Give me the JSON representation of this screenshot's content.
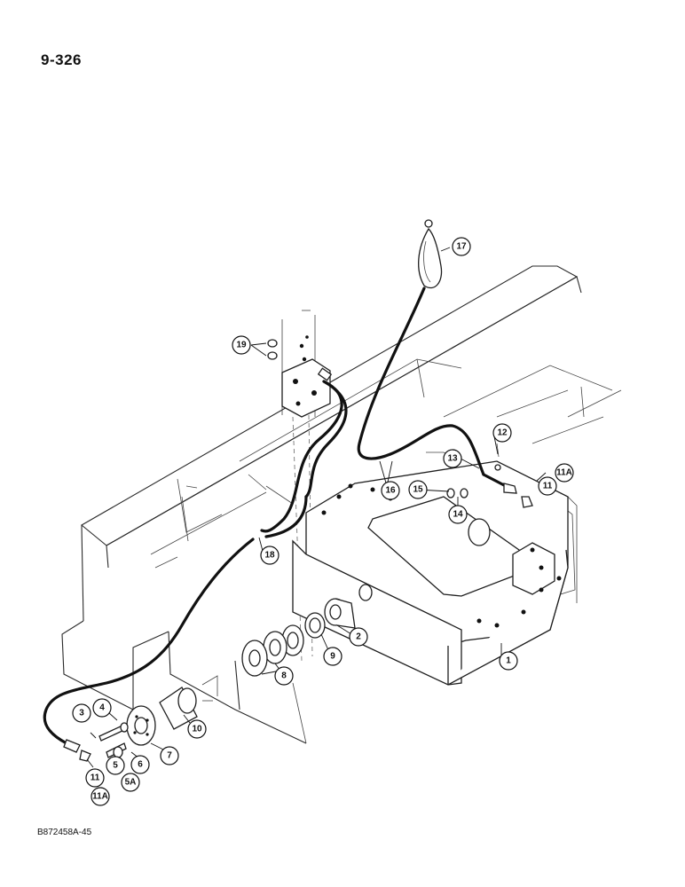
{
  "page_number": "9-326",
  "figure_code": "B872458A-45",
  "callouts": [
    {
      "id": "c1",
      "label": "1"
    },
    {
      "id": "c2",
      "label": "2"
    },
    {
      "id": "c3",
      "label": "3"
    },
    {
      "id": "c4",
      "label": "4"
    },
    {
      "id": "c5",
      "label": "5"
    },
    {
      "id": "c5a",
      "label": "5A"
    },
    {
      "id": "c6",
      "label": "6"
    },
    {
      "id": "c7",
      "label": "7"
    },
    {
      "id": "c8",
      "label": "8"
    },
    {
      "id": "c9",
      "label": "9"
    },
    {
      "id": "c10",
      "label": "10"
    },
    {
      "id": "c11a_left",
      "label": "11"
    },
    {
      "id": "c11aa_left",
      "label": "11A"
    },
    {
      "id": "c11_right",
      "label": "11"
    },
    {
      "id": "c11a_right",
      "label": "11A"
    },
    {
      "id": "c12",
      "label": "12"
    },
    {
      "id": "c13",
      "label": "13"
    },
    {
      "id": "c14",
      "label": "14"
    },
    {
      "id": "c15",
      "label": "15"
    },
    {
      "id": "c16",
      "label": "16"
    },
    {
      "id": "c17",
      "label": "17"
    },
    {
      "id": "c18",
      "label": "18"
    },
    {
      "id": "c19",
      "label": "19"
    }
  ]
}
